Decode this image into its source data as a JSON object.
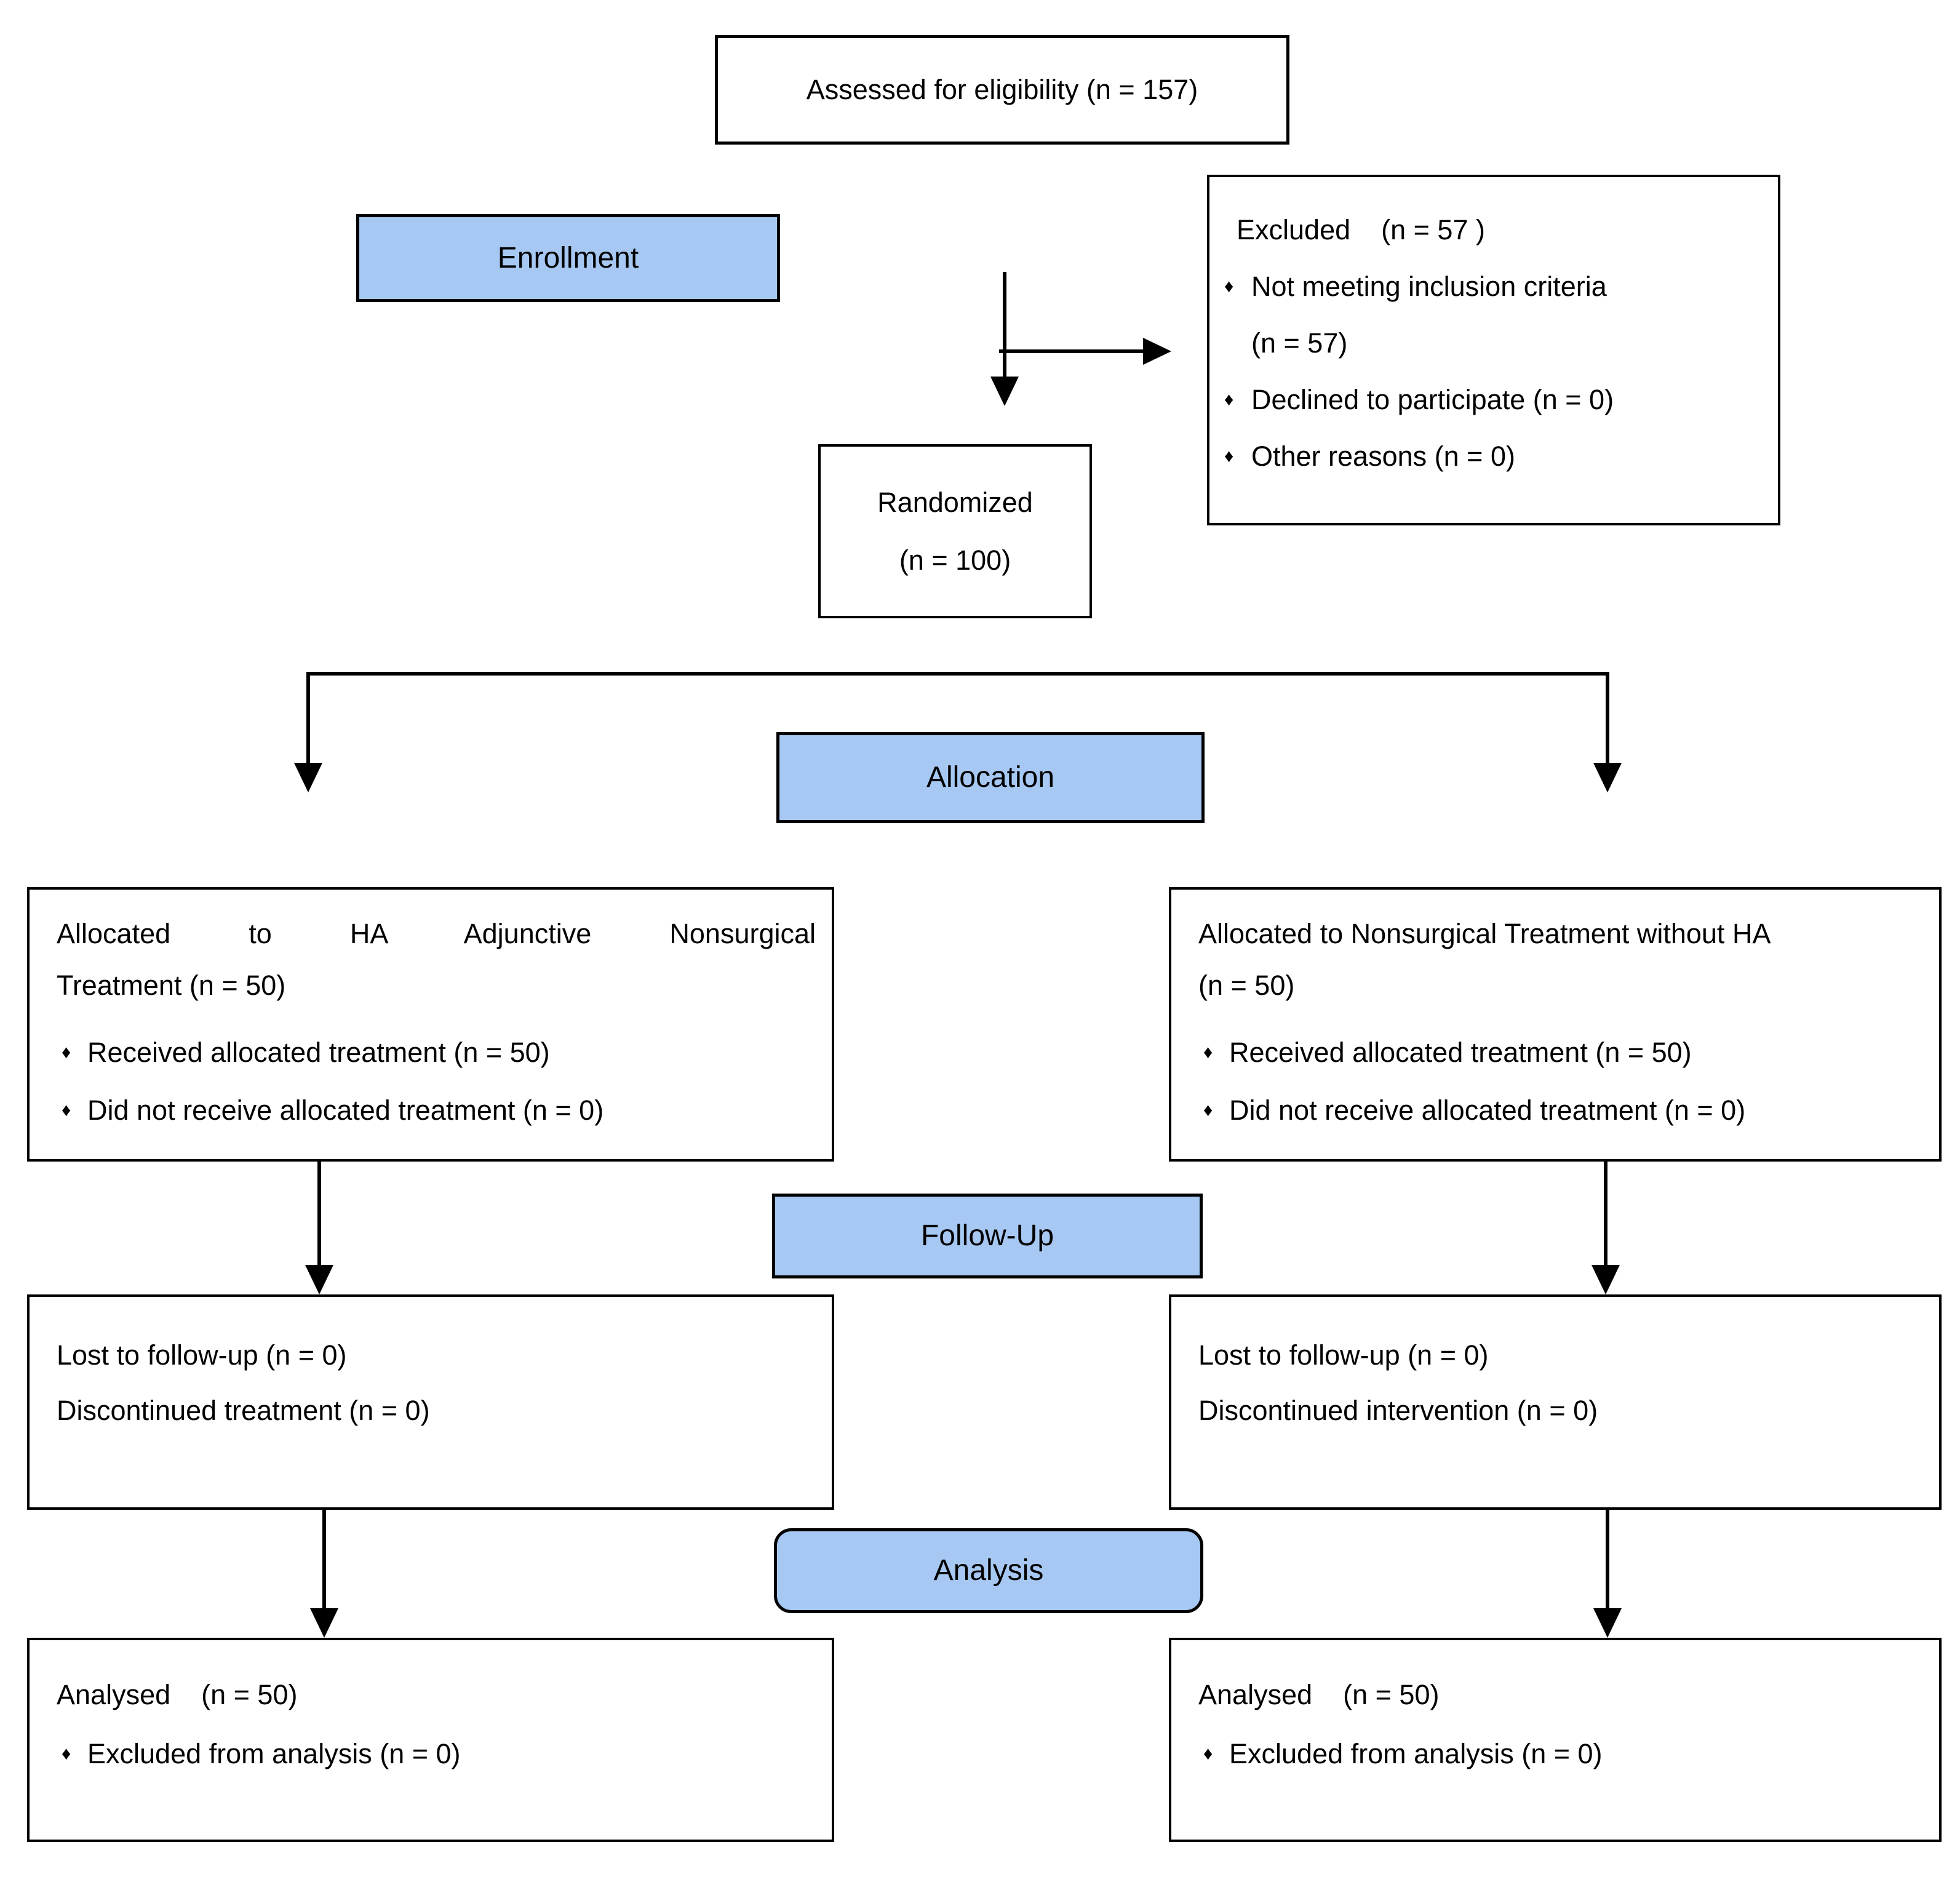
{
  "banners": {
    "enrollment": "Enrollment",
    "allocation": "Allocation",
    "followup": "Follow-Up",
    "analysis": "Analysis"
  },
  "boxes": {
    "assessed": {
      "text": "Assessed for eligibility (n = 157)"
    },
    "excluded": {
      "title": "Excluded    (n = 57 )",
      "bullets": [
        "Not meeting inclusion criteria\n(n = 57)",
        "Declined to participate (n = 0)",
        "Other reasons (n = 0)"
      ]
    },
    "randomized": {
      "line1": "Randomized",
      "line2": "(n = 100)"
    },
    "allocated_left": {
      "line1": "Allocated to HA Adjunctive Nonsurgical",
      "line2": "Treatment (n = 50)",
      "bullets": [
        "Received allocated treatment (n = 50)",
        "Did not receive allocated treatment (n = 0)"
      ]
    },
    "allocated_right": {
      "line1": "Allocated to Nonsurgical Treatment without HA",
      "line2": "(n = 50)",
      "bullets": [
        "Received allocated treatment (n = 50)",
        "Did not receive allocated treatment (n = 0)"
      ]
    },
    "followup_left": {
      "line1": "Lost to follow-up (n = 0)",
      "line2": "Discontinued treatment (n = 0)"
    },
    "followup_right": {
      "line1": "Lost to follow-up (n = 0)",
      "line2": "Discontinued intervention (n = 0)"
    },
    "analysed_left": {
      "title": "Analysed    (n = 50)",
      "bullets": [
        "Excluded from analysis (n = 0)"
      ]
    },
    "analysed_right": {
      "title": "Analysed    (n = 50)",
      "bullets": [
        "Excluded from analysis (n = 0)"
      ]
    }
  },
  "bullet_glyph": "♦",
  "colors": {
    "banner_fill": "#A6C8F2",
    "border": "#000000",
    "background": "#FFFFFF"
  }
}
